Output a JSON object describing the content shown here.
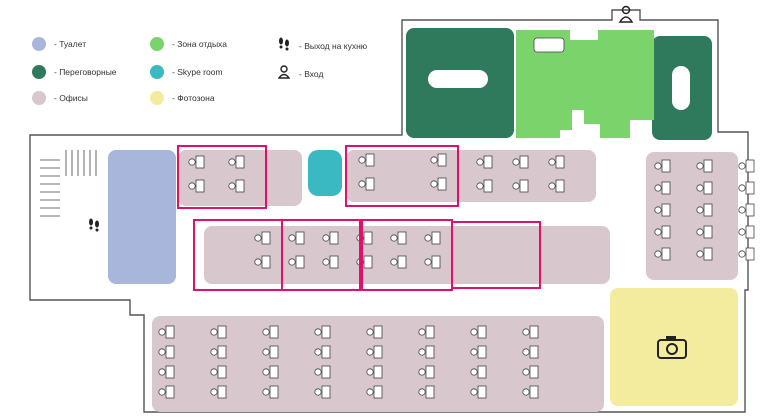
{
  "legend": {
    "items": [
      {
        "label": "- Туалет",
        "icon": "toilet-swatch",
        "color": "#a9b6dc"
      },
      {
        "label": "- Зона отдыха",
        "icon": "lounge-swatch",
        "color": "#7bd36b"
      },
      {
        "label": "- Выход на кухню",
        "icon": "footsteps-icon",
        "color": "#222222"
      },
      {
        "label": "- Переговорные",
        "icon": "meeting-swatch",
        "color": "#2f7a5c"
      },
      {
        "label": "- Skype room",
        "icon": "skype-swatch",
        "color": "#3bb9c3"
      },
      {
        "label": "- Вход",
        "icon": "person-icon",
        "color": "#222222"
      },
      {
        "label": "- Офисы",
        "icon": "office-swatch",
        "color": "#d8c7cc"
      },
      {
        "label": "- Фотозона",
        "icon": "photo-swatch",
        "color": "#f3ec9e"
      }
    ]
  },
  "colors": {
    "office": "#d8c7cc",
    "meeting": "#2f7a5c",
    "lounge": "#7bd36b",
    "toilet": "#a9b6dc",
    "skype": "#3bb9c3",
    "photo": "#f3ec9e",
    "highlight": "#e0116b",
    "outline": "#555555"
  },
  "icons": {
    "entrance": "person-icon",
    "kitchen_exit": "footsteps-icon",
    "photozone": "camera-icon"
  }
}
